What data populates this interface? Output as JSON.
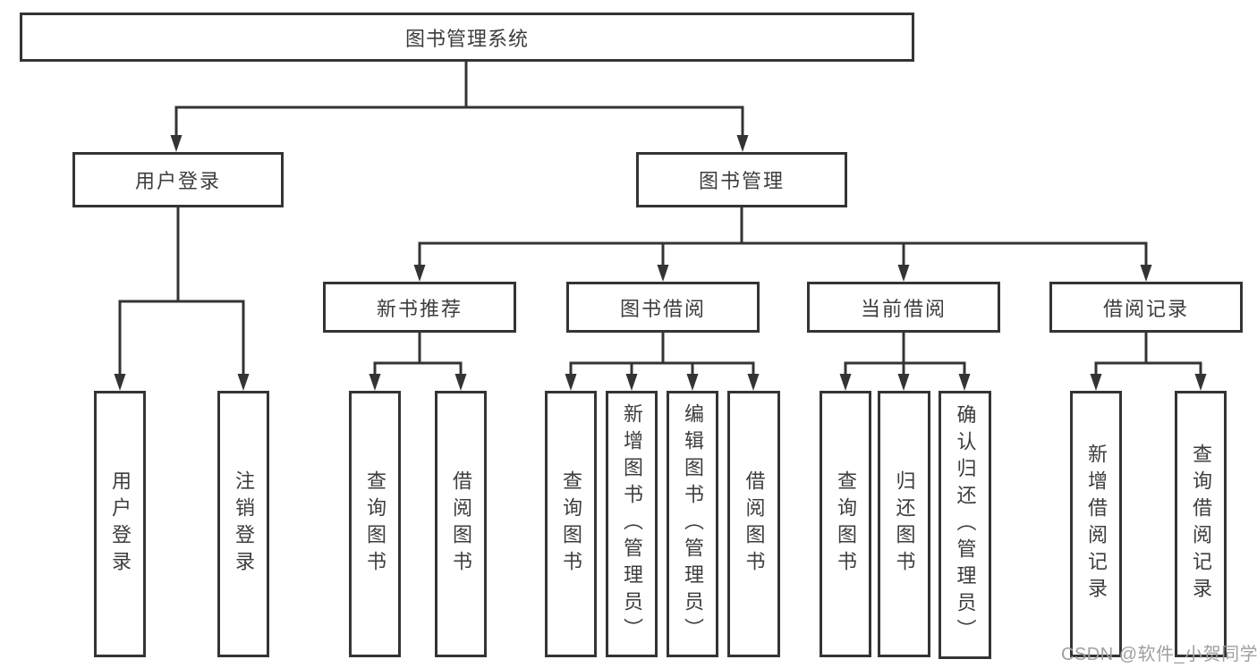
{
  "diagram": {
    "root": {
      "label": "图书管理系统"
    },
    "branches": [
      {
        "label": "用户登录",
        "children": [
          {
            "label": "用户登录"
          },
          {
            "label": "注销登录"
          }
        ]
      },
      {
        "label": "图书管理",
        "groups": [
          {
            "label": "新书推荐",
            "children": [
              {
                "label": "查询图书"
              },
              {
                "label": "借阅图书"
              }
            ]
          },
          {
            "label": "图书借阅",
            "children": [
              {
                "label": "查询图书"
              },
              {
                "label": "新增图书（管理员）"
              },
              {
                "label": "编辑图书（管理员）"
              },
              {
                "label": "借阅图书"
              }
            ]
          },
          {
            "label": "当前借阅",
            "children": [
              {
                "label": "查询图书"
              },
              {
                "label": "归还图书"
              },
              {
                "label": "确认归还（管理员）"
              }
            ]
          },
          {
            "label": "借阅记录",
            "children": [
              {
                "label": "新增借阅记录"
              },
              {
                "label": "查询借阅记录"
              }
            ]
          }
        ]
      }
    ]
  },
  "watermark": {
    "text": "CSDN @软件_小贺同学"
  },
  "colors": {
    "line": "#343434",
    "text": "#3d3d3d",
    "background": "#ffffff",
    "watermark": "#a0a0a0"
  }
}
